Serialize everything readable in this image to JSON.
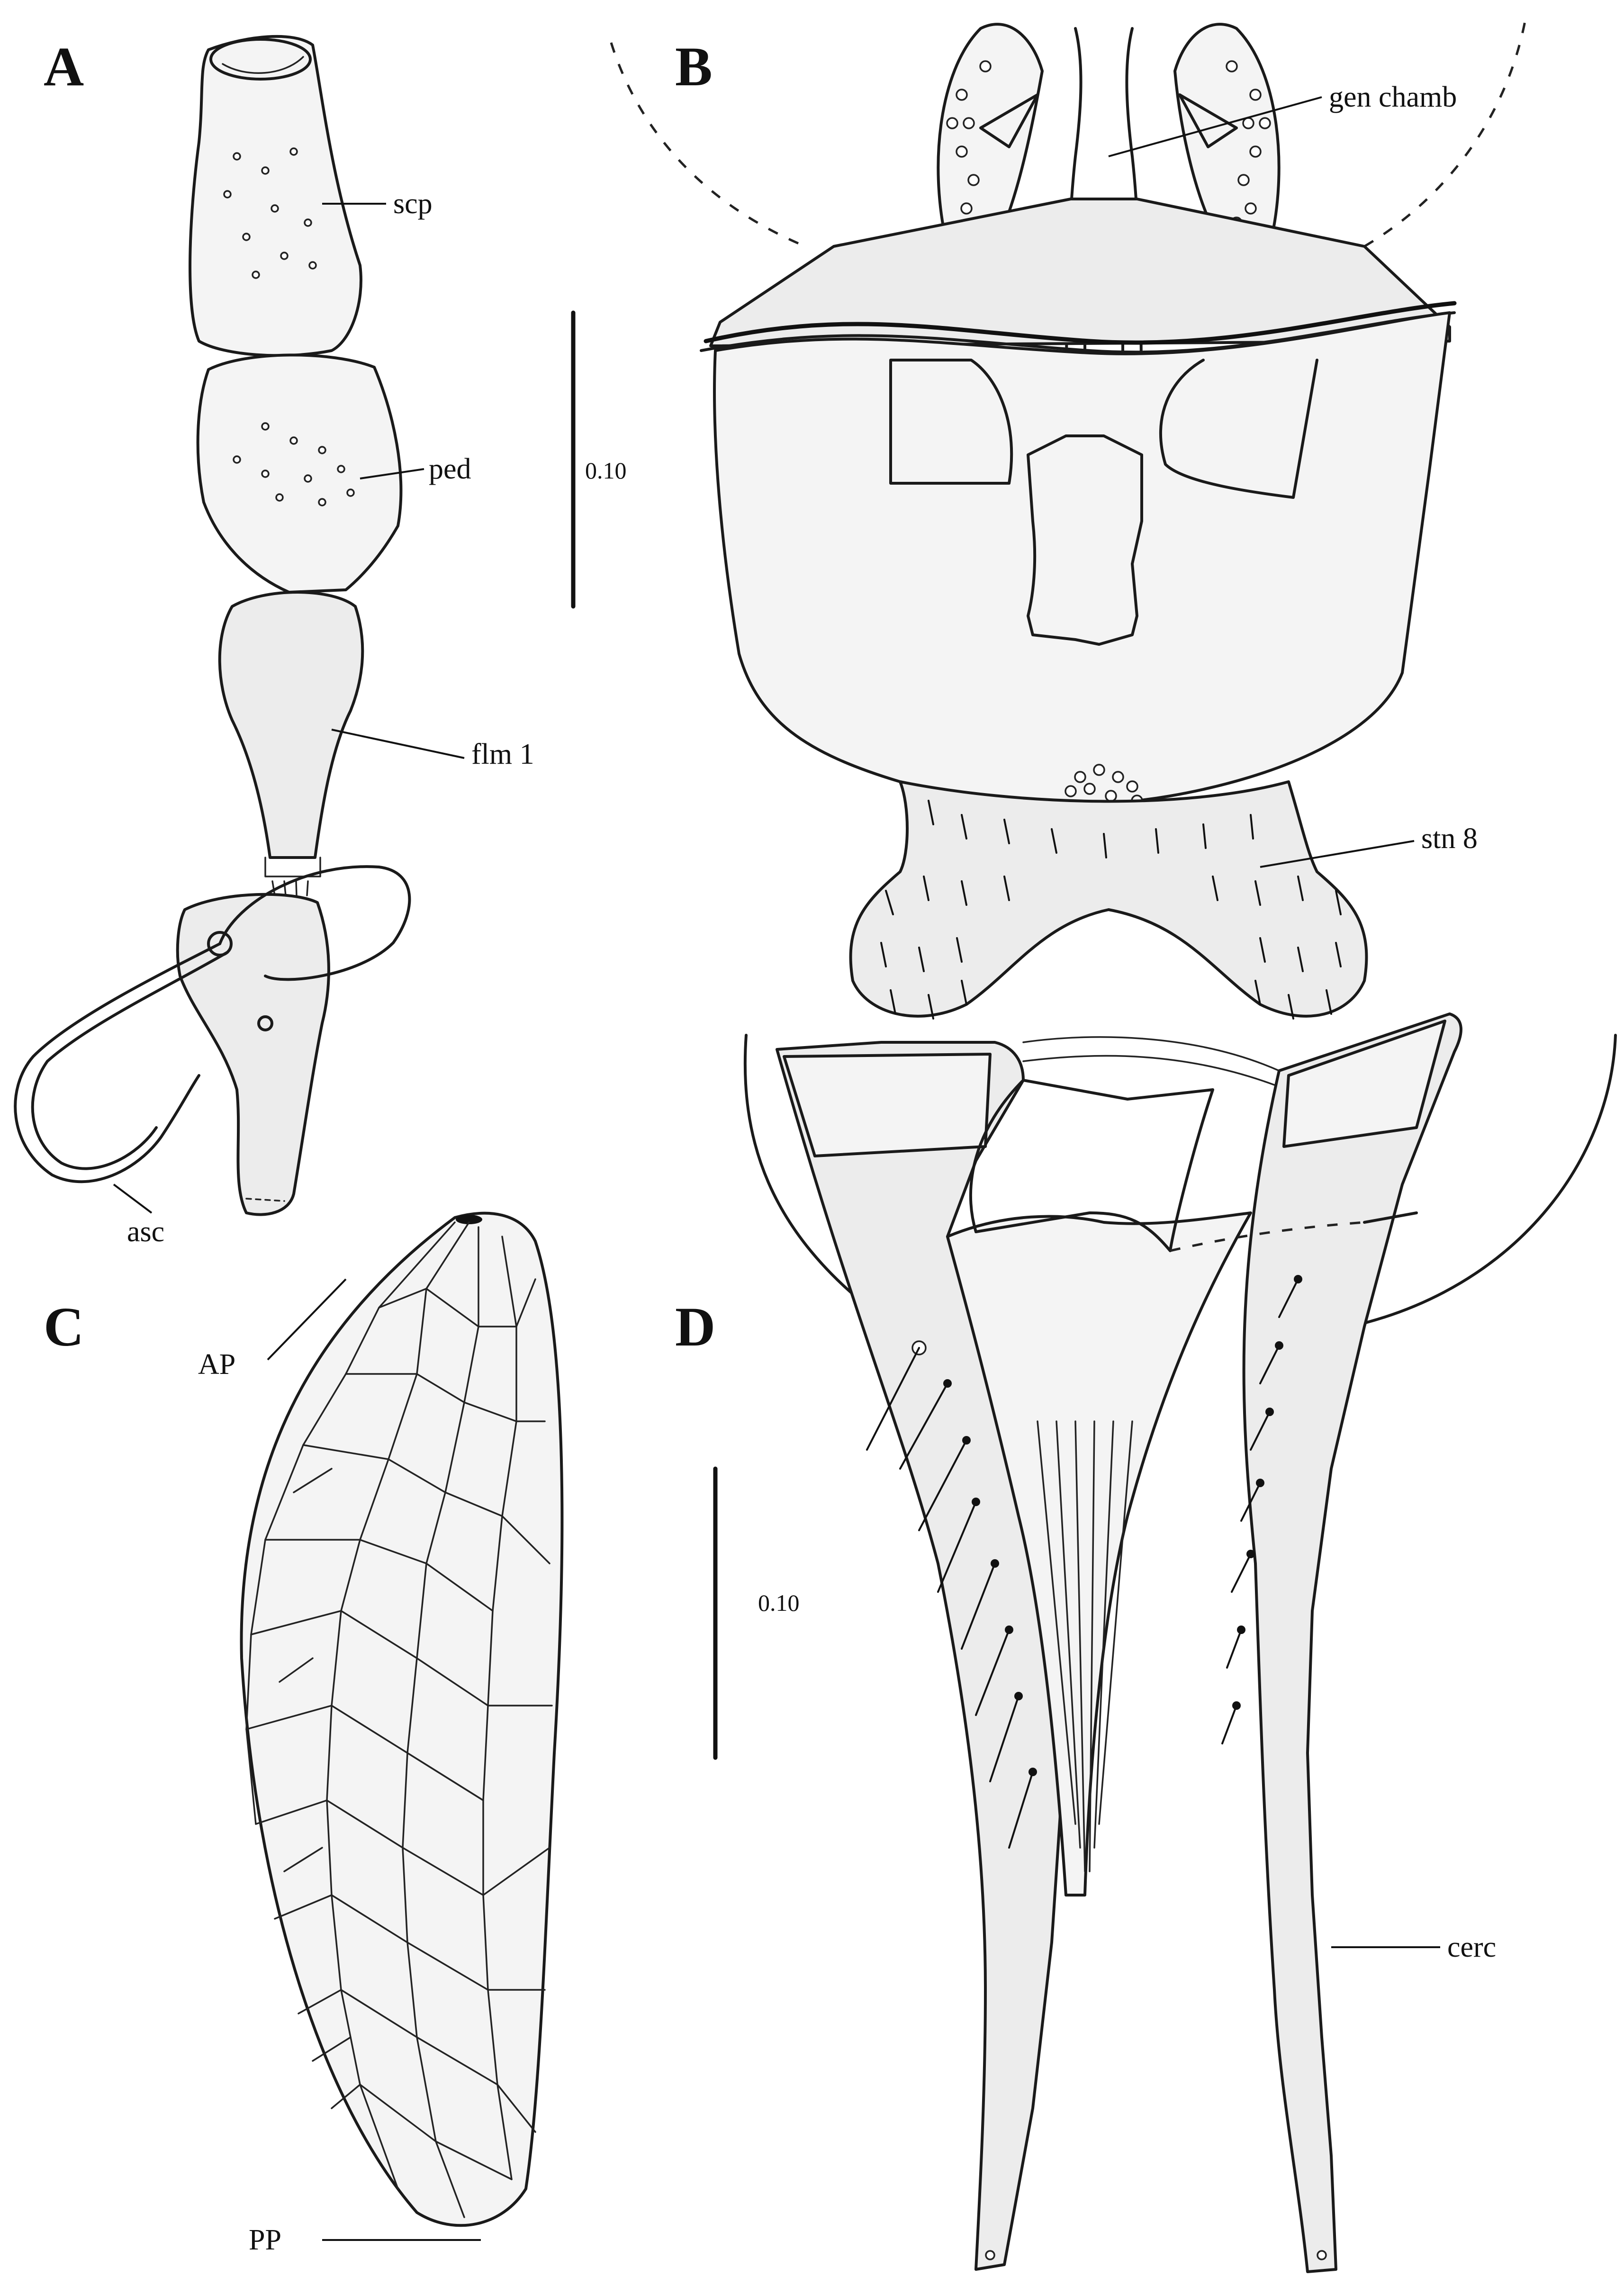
{
  "panels": {
    "A": {
      "letter": "A",
      "labels": {
        "scp": "scp",
        "ped": "ped",
        "flm1": "flm 1",
        "asc": "asc"
      },
      "scale_value": "0.10"
    },
    "B": {
      "letter": "B",
      "labels": {
        "gen_chamb": "gen chamb",
        "stn8": "stn 8"
      }
    },
    "C": {
      "letter": "C",
      "labels": {
        "ap": "AP",
        "pp": "PP"
      }
    },
    "D": {
      "letter": "D",
      "labels": {
        "cerc": "cerc"
      },
      "scale_value": "0.10"
    }
  }
}
